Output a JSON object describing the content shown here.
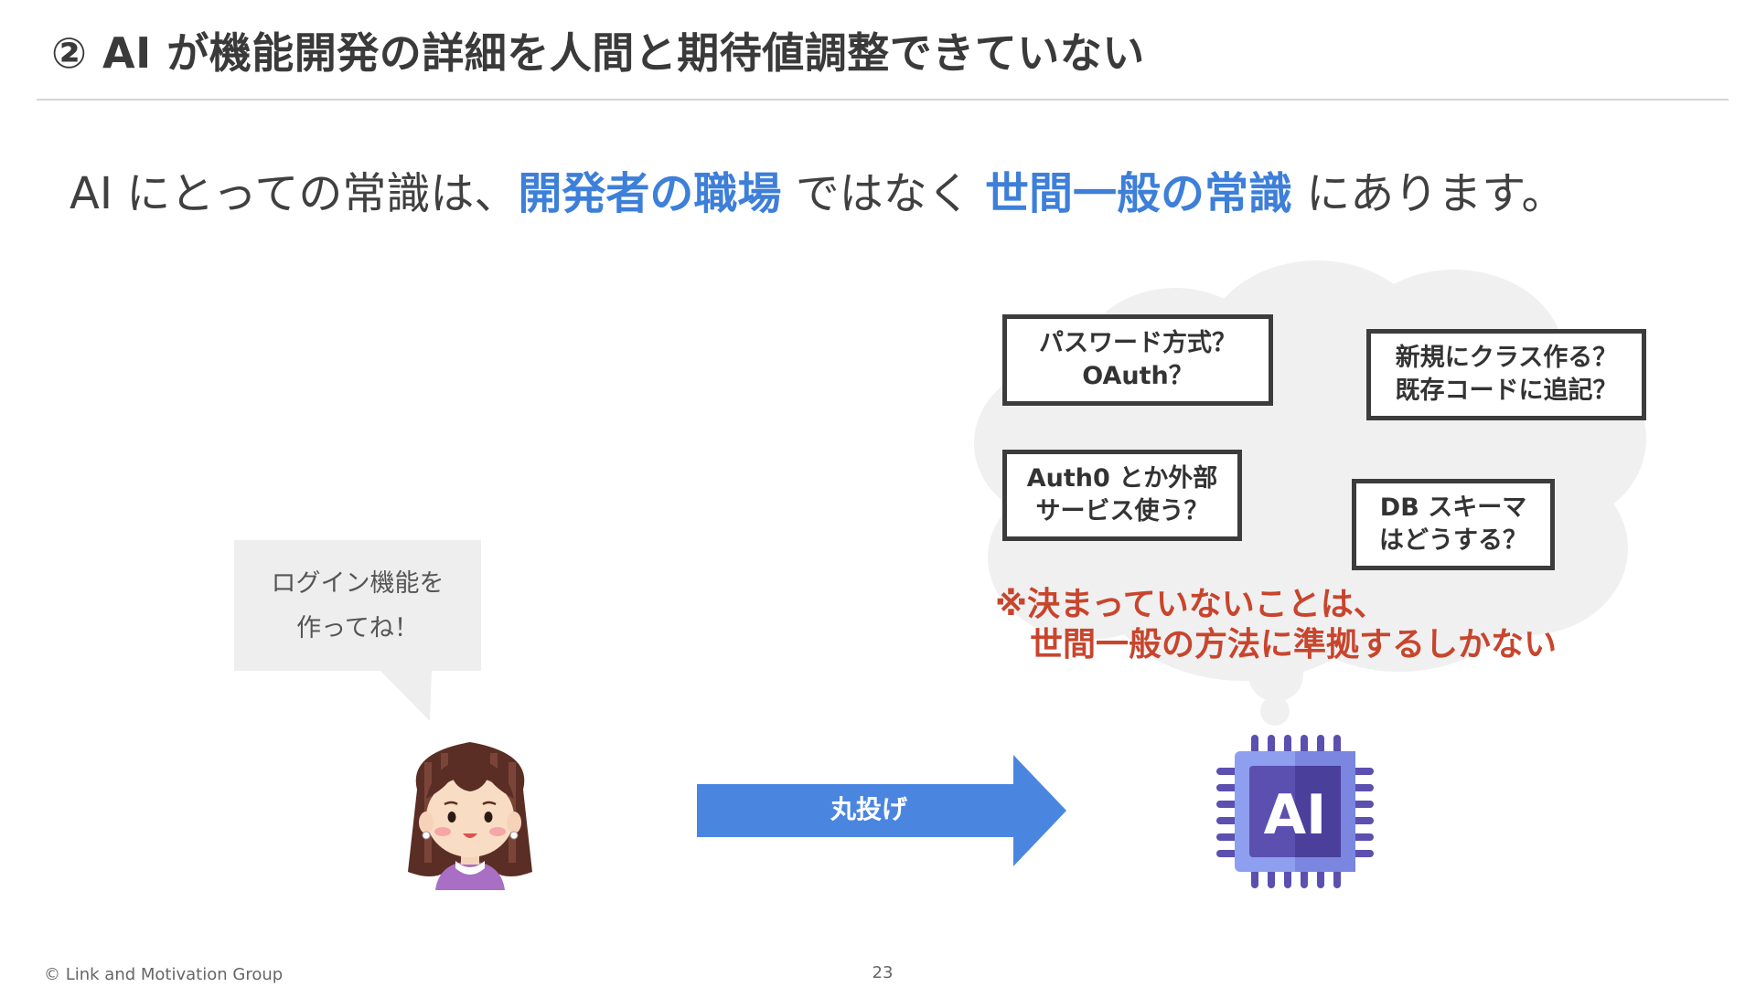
{
  "title": "② AI が機能開発の詳細を人間と期待値調整できていない",
  "lead": {
    "prefix": "AI にとっての常識は、",
    "highlight1": "開発者の職場",
    "middle": " ではなく ",
    "highlight2": "世間一般の常識",
    "suffix": " にあります。"
  },
  "speech": {
    "line1": "ログイン機能を",
    "line2": "作ってね！"
  },
  "arrow_label": "丸投げ",
  "questions": [
    {
      "line1": "パスワード方式？",
      "line2": "OAuth？"
    },
    {
      "line1": "新規にクラス作る？",
      "line2": "既存コードに追記？"
    },
    {
      "line1": "Auth0 とか外部",
      "line2": "サービス使う？"
    },
    {
      "line1": "DB スキーマ",
      "line2": "はどうする？"
    }
  ],
  "note": {
    "line1": "※決まっていないことは、",
    "line2": "世間一般の方法に準拠するしかない"
  },
  "ai_chip_text": "AI",
  "footer": {
    "copyright": "© Link and Motivation Group",
    "page": "23"
  },
  "colors": {
    "highlight": "#3d7fd9",
    "note": "#c8452d",
    "arrow": "#4a86e0",
    "chip_main": "#5b4fb0",
    "chip_light": "#8f9ff0",
    "cloud": "#f0f0f0"
  }
}
